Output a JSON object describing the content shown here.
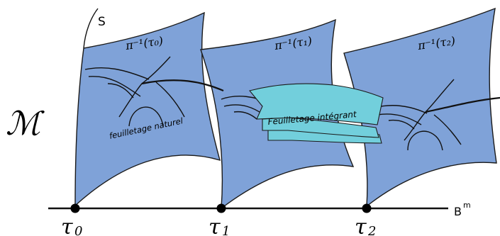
{
  "manifold_label": "ℳ",
  "section_label": "S",
  "base_label": "B",
  "base_superscript": "m",
  "fibers": [
    {
      "preimage": "π⁻¹(τ₀)",
      "tau": "τ",
      "subscript": "0"
    },
    {
      "preimage": "π⁻¹(τ₁)",
      "tau": "τ",
      "subscript": "1"
    },
    {
      "preimage": "π⁻¹(τ₂)",
      "tau": "τ",
      "subscript": "2"
    }
  ],
  "leaf_labels": {
    "natural": "feuilletage naturel",
    "integrating": "Feuilletage intégrant"
  },
  "colors": {
    "fiber_sheet": "#7fa2d8",
    "integral_sheet": "#72cfdc",
    "ink": "#111111"
  }
}
